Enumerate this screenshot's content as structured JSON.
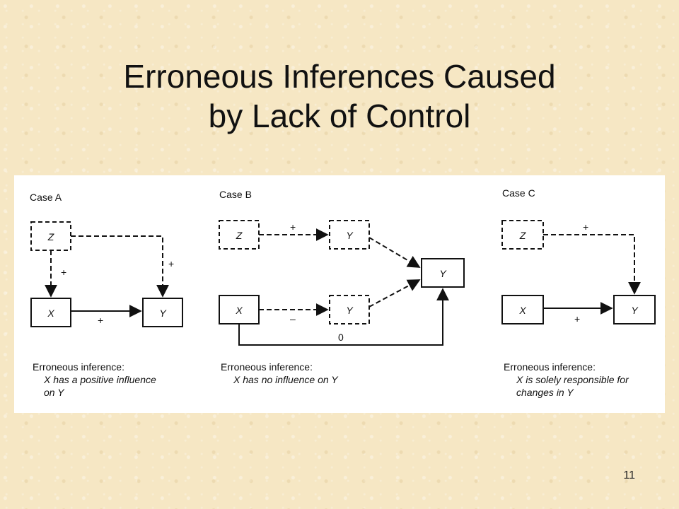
{
  "slide": {
    "title_line1": "Erroneous Inferences Caused",
    "title_line2": "by Lack of Control",
    "page_number": "11"
  },
  "cases": [
    {
      "label": "Case A",
      "nodes": {
        "z": "Z",
        "x": "X",
        "y": "Y"
      },
      "signs": {
        "z_to_x": "+",
        "z_to_y": "+",
        "x_to_y": "+"
      },
      "inference_label": "Erroneous inference:",
      "inference_line1": "X has a positive influence",
      "inference_line2": "on Y"
    },
    {
      "label": "Case B",
      "nodes": {
        "z": "Z",
        "y_top": "Y",
        "x": "X",
        "y_bottom": "Y",
        "y_right": "Y"
      },
      "signs": {
        "z_to_y": "+",
        "x_to_y": "–",
        "x_to_y_direct": "0"
      },
      "inference_label": "Erroneous inference:",
      "inference_line1": "X has no influence on Y"
    },
    {
      "label": "Case C",
      "nodes": {
        "z": "Z",
        "x": "X",
        "y": "Y"
      },
      "signs": {
        "z_to_y": "+",
        "x_to_y": "+"
      },
      "inference_label": "Erroneous inference:",
      "inference_line1": "X is solely responsible for",
      "inference_line2": "changes in Y"
    }
  ]
}
